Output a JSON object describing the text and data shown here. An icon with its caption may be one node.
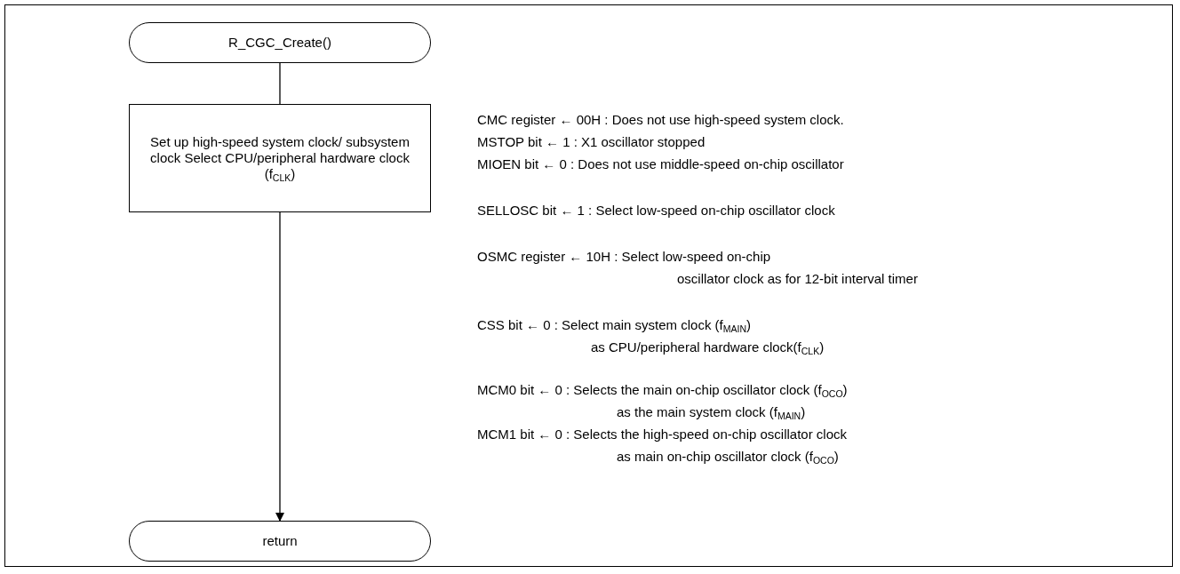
{
  "diagram": {
    "nodes": [
      {
        "text": [
          "R_CGC_Create()"
        ]
      },
      {
        "text": [
          "Set up high-speed system clock/ subsystem clock Select CPU/peripheral hardware clock (f$_{CLK}$)"
        ]
      },
      {
        "text": [
          "return"
        ]
      }
    ],
    "edges": [
      {
        "from": 0,
        "to": 1,
        "arrow": "none"
      },
      {
        "from": 1,
        "to": 2,
        "arrow": "to"
      }
    ],
    "labels": [
      "CMC register ← 00H : Does not use high-speed system clock.",
      "MSTOP bit ← 1 : X1 oscillator stopped",
      "MIOEN bit ← 0 : Does not use middle-speed on-chip oscillator",
      "SELLOSC bit ← 1 : Select low-speed on-chip oscillator clock",
      "OSMC register ← 10H : Select low-speed on-chip",
      "oscillator clock as for 12-bit interval timer",
      "CSS bit ← 0 : Select main system clock (f$_{MAIN}$)",
      "as CPU/peripheral hardware clock(f$_{CLK}$)",
      "MCM0 bit ← 0 : Selects the main on-chip oscillator clock (f$_{OCO}$)",
      "as the main system clock (f$_{MAIN}$)",
      "MCM1 bit ← 0 : Selects the high-speed on-chip oscillator clock",
      "as main on-chip oscillator clock (f$_{OCO}$)"
    ]
  }
}
